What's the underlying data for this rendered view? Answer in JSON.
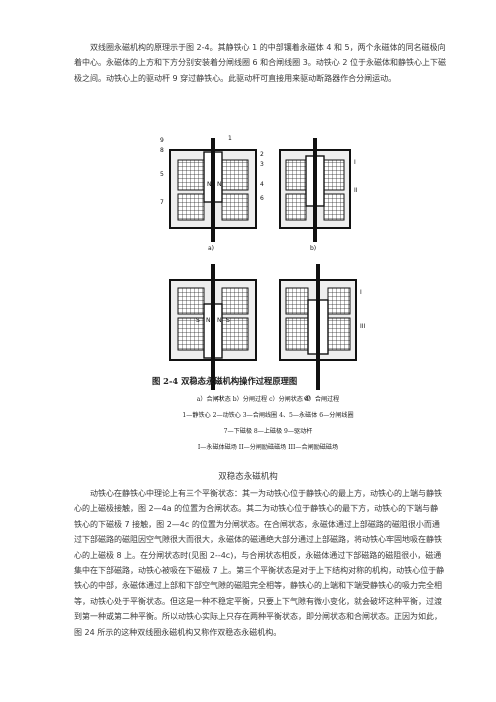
{
  "paragraph_1": "双线圈永磁机构的原理示于图 2-4。其静铁心 1 的中部镶着永磁体 4 和 5，两个永磁体的同名磁极向着中心。永磁体的上方和下方分别安装着分闸线圈 6 和合闸线圈 3。动铁心 2 位于永磁体和静铁心上下磁极之间。动铁心上的驱动杆 9 穿过静铁心。此驱动杆可直接用来驱动断路器作合分闸运动。",
  "figure": {
    "panel_labels": [
      "a)",
      "b)",
      "c)",
      "d)"
    ],
    "callouts_a": [
      "9",
      "8",
      "1",
      "5",
      "7",
      "2",
      "3",
      "4",
      "6"
    ],
    "callouts_b": [
      "I",
      "II"
    ],
    "callouts_d": [
      "I",
      "III"
    ],
    "magnet_labels": [
      "S",
      "N",
      "N",
      "S"
    ],
    "caption_title": "图 2-4    双稳态永磁机构操作过程原理图",
    "caption_states": "a）合闸状态   b）分闸过程   c）分闸状态   d）合闸过程",
    "caption_parts_1": "1—静铁心   2—动铁心   3—合闸线圈   4、5—永磁体   6—分闸线圈",
    "caption_parts_2": "7—下磁极      8—上磁极      9—驱动杆",
    "caption_fields": "I—永磁体磁场    II—分闸励磁磁场    III—合闸励磁磁场"
  },
  "subtitle": "双稳态永磁机构",
  "paragraph_2": "动铁心在静铁心中理论上有三个平衡状态：其一为动铁心位于静铁心的最上方，动铁心的上端与静铁心的上磁极接触，图 2—4a 的位置为合闸状态。其二为动铁心位于静铁心的最下方，动铁心的下端与静铁心的下磁极 7 接触，图 2—4c 的位置为分闸状态。在合闸状态，永磁体通过上部磁路的磁阻很小而通过下部磁路的磁阻因空气隙很大而很大，永磁体的磁通绝大部分通过上部磁路，将动铁心牢固地吸在静铁心的上磁极 8 上。在分闸状态时(见图 2--4c)，与合闸状态相反，永磁体通过下部磁路的磁阻很小，磁通集中在下部磁路，动铁心被吸在下磁极 7 上。第三个平衡状态是对于上下结构对称的机构，动铁心位于静铁心的中部，永磁体通过上部和下部空气隙的磁阻完全相等，静铁心的上端和下端受静铁心的吸力完全相等，动铁心处于平衡状态。但这是一种不稳定平衡，只要上下气隙有微小变化，就会破坏这种平衡，过渡到第一种或第二种平衡。所以动铁心实际上只存在两种平衡状态，即分闸状态和合闸状态。正因为如此，图 24 所示的这种双线圈永磁机构又称作双稳态永磁机构。",
  "colors": {
    "text": "#3a3a3a",
    "ink": "#222222",
    "background": "#ffffff"
  }
}
